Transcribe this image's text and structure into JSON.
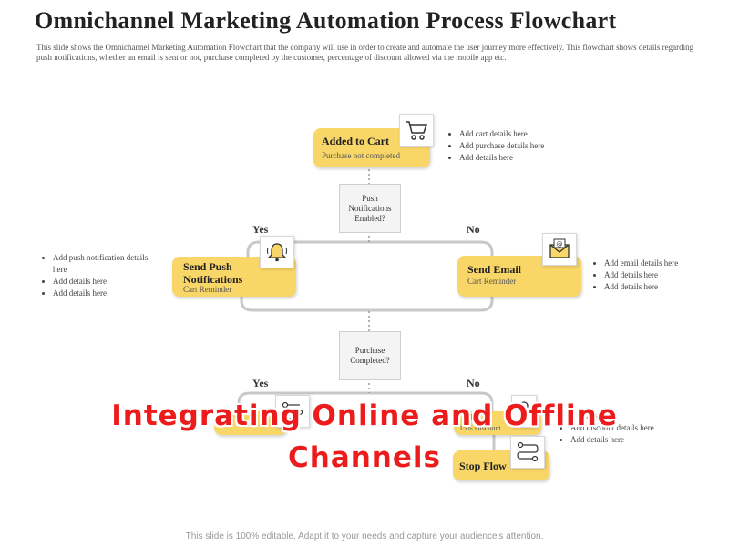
{
  "title": "Omnichannel Marketing Automation Process Flowchart",
  "description": "This slide shows the Omnichannel Marketing Automation Flowchart  that the company will use in order to create  and automate the user journey more effectively.  This flowchart  shows details regarding push notifications, whether an email is sent or not, purchase completed by the customer, percentage  of discount allowed via the mobile app etc.",
  "nodes": {
    "added_to_cart": {
      "title": "Added to Cart",
      "subtitle": "Purchase  not completed",
      "icon": "shopping-cart-icon"
    },
    "push_decision": {
      "text": "Push Notifications Enabled?"
    },
    "send_push": {
      "title": "Send Push Notifications",
      "subtitle": "Cart  Reminder",
      "icon": "bell-icon"
    },
    "send_email": {
      "title": "Send Email",
      "subtitle": "Cart  Reminder",
      "icon": "envelope-icon"
    },
    "purchase_decision": {
      "text": "Purchase Completed?"
    },
    "stop_left": {
      "title_visible": "S",
      "icon": "workflow-icon"
    },
    "offer_right": {
      "title_visible": "F",
      "subtitle_visible": "15% Discount",
      "icon": "key-icon"
    },
    "stop_flow": {
      "title": "Stop Flow",
      "icon": "workflow-icon"
    }
  },
  "labels": {
    "yes_top": "Yes",
    "no_top": "No",
    "yes_bottom": "Yes",
    "no_bottom": "No"
  },
  "bullets": {
    "cart": [
      "Add cart details here",
      "Add purchase  details  here",
      "Add details here"
    ],
    "push": [
      "Add push notification details here",
      "Add details here",
      "Add details here"
    ],
    "email": [
      "Add email details here",
      "Add details here",
      "Add details here"
    ],
    "offer": [
      "d details here",
      "Add discount details here",
      "Add details here"
    ]
  },
  "overlay": {
    "line1": "Integrating Online and Offline",
    "line2": "Channels"
  },
  "footer": "This slide is 100% editable. Adapt it to your needs and capture your audience's attention.",
  "colors": {
    "node": "#f8d667",
    "connector": "#c8c8c8",
    "overlay_text": "#ec1c1c"
  }
}
